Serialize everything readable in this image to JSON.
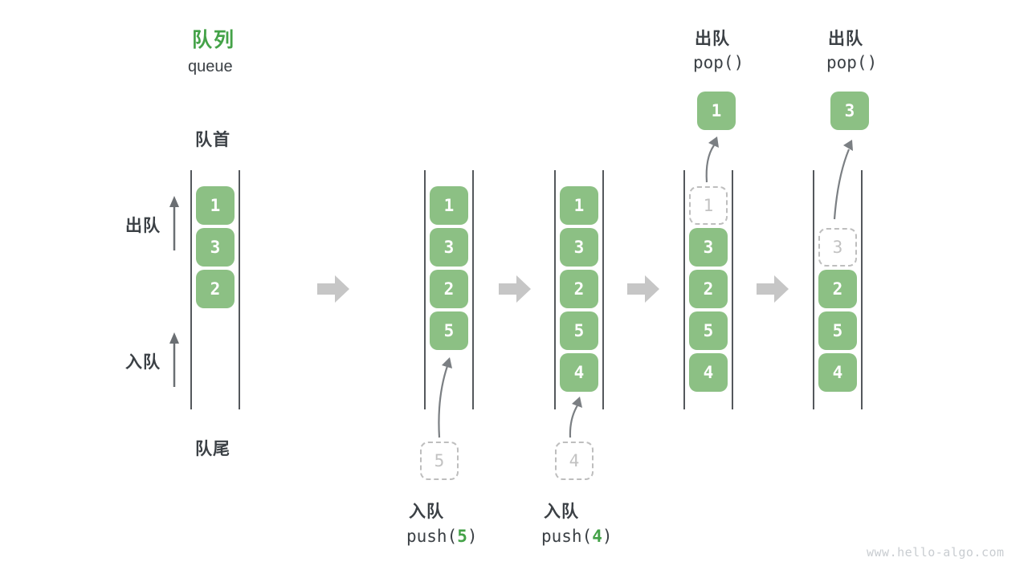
{
  "title": {
    "zh": "队列",
    "en": "queue"
  },
  "labels": {
    "front": "队首",
    "rear": "队尾",
    "dequeue_side": "出队",
    "enqueue_side": "入队"
  },
  "queues": {
    "q1": {
      "items": [
        "1",
        "3",
        "2"
      ]
    },
    "q2": {
      "items": [
        "1",
        "3",
        "2",
        "5"
      ]
    },
    "q3": {
      "items": [
        "1",
        "3",
        "2",
        "5",
        "4"
      ]
    },
    "q4": {
      "ghost": "1",
      "items": [
        "3",
        "2",
        "5",
        "4"
      ]
    },
    "q5": {
      "ghost": "3",
      "items": [
        "2",
        "5",
        "4"
      ]
    }
  },
  "push_ops": [
    {
      "label": "入队",
      "fn": "push(",
      "arg": "5",
      "close": ")",
      "ghost": "5"
    },
    {
      "label": "入队",
      "fn": "push(",
      "arg": "4",
      "close": ")",
      "ghost": "4"
    }
  ],
  "pop_ops": [
    {
      "label": "出队",
      "code": "pop()",
      "value": "1"
    },
    {
      "label": "出队",
      "code": "pop()",
      "value": "3"
    }
  ],
  "watermark": "www.hello-algo.com",
  "colors": {
    "item_green": "#8cc084",
    "accent_green": "#44a248",
    "text_dark": "#3b4045",
    "ghost_gray": "#c2c2c2",
    "block_arrow_gray": "#c6c6c6",
    "line_gray": "#54585c"
  }
}
